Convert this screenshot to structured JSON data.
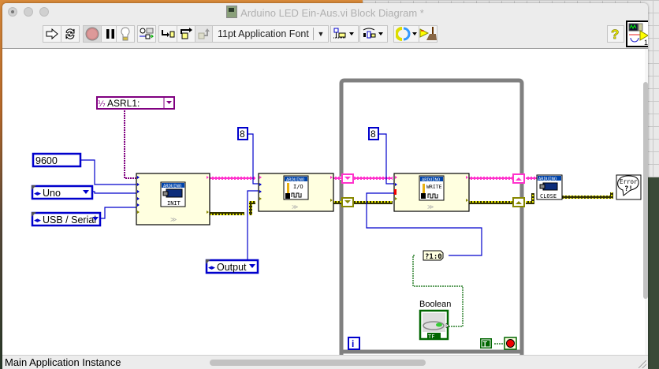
{
  "window": {
    "title": "Arduino LED Ein-Aus.vi Block Diagram *",
    "title_icon": "vi-block-diagram-icon"
  },
  "toolbar": {
    "buttons": [
      {
        "name": "run-button",
        "icon": "run-arrow-icon"
      },
      {
        "name": "run-continuously-button",
        "icon": "run-continuously-icon"
      },
      {
        "name": "abort-button",
        "icon": "abort-stop-icon"
      },
      {
        "name": "pause-button",
        "icon": "pause-icon"
      },
      {
        "name": "highlight-execution-button",
        "icon": "lightbulb-icon"
      },
      {
        "name": "retain-wire-values-button",
        "icon": "retain-wire-values-icon"
      },
      {
        "name": "step-into-button",
        "icon": "step-into-icon"
      },
      {
        "name": "step-over-button",
        "icon": "step-over-icon"
      },
      {
        "name": "step-out-button",
        "icon": "step-out-icon"
      },
      {
        "name": "align-objects-button",
        "icon": "align-objects-icon"
      },
      {
        "name": "distribute-objects-button",
        "icon": "distribute-objects-icon"
      },
      {
        "name": "reorder-button",
        "icon": "reorder-icon"
      },
      {
        "name": "clean-up-diagram-button",
        "icon": "clean-up-broom-icon"
      },
      {
        "name": "context-help-button",
        "icon": "question-mark-icon"
      }
    ],
    "font_selector": "11pt Application Font",
    "connector_pane_count": "1"
  },
  "diagram": {
    "visa_resource": "ASRL1:",
    "baud_rate": "9600",
    "board_type": "Uno",
    "connection_type": "USB / Serial",
    "pin_constant_1": "8",
    "pin_mode": "Output",
    "pin_constant_2": "8",
    "nodes": {
      "init": {
        "header": "ARDUINO",
        "label": "INIT"
      },
      "set_pin_mode": {
        "header": "ARDUINO",
        "label": "I/O"
      },
      "digital_write": {
        "header": "ARDUINO",
        "label": "WRITE"
      },
      "close": {
        "header": "ARDUINO",
        "label": "CLOSE"
      }
    },
    "bool_to_int": "?1:0",
    "boolean_control_label": "Boolean",
    "boolean_terminal_tag": "TF",
    "loop_iteration": "i",
    "true_constant": "T",
    "error_handler": {
      "line1": "Error",
      "line2": "?!"
    }
  },
  "colors": {
    "visa_wire": "#ff33cc",
    "error_wire": "#8b8b00",
    "numeric_wire": "#0000cc",
    "boolean_wire": "#006600",
    "refnum_purple": "#800080",
    "loop_border": "#808080",
    "node_fill": "#ffffe0"
  },
  "status_bar": {
    "context": "Main Application Instance"
  }
}
